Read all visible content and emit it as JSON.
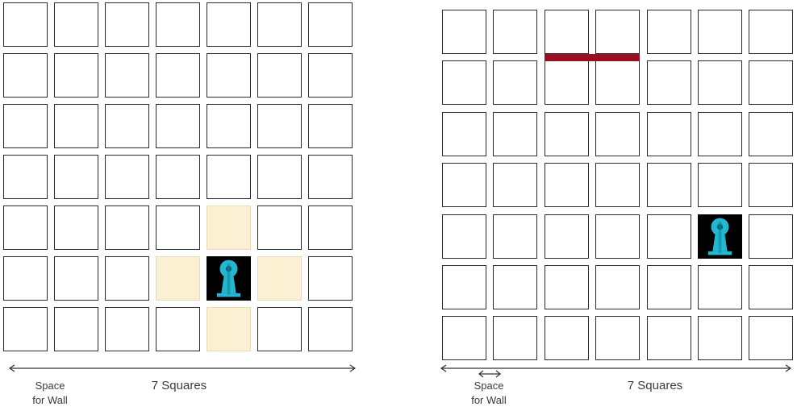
{
  "boards": [
    {
      "grid_size": 7,
      "pawn": {
        "row": 5,
        "col": 4,
        "icon": "keyhole-pawn-icon"
      },
      "highlighted_moves": [
        [
          4,
          4
        ],
        [
          5,
          3
        ],
        [
          5,
          5
        ],
        [
          6,
          4
        ]
      ],
      "walls": [],
      "caption_wall_space": "Space\nfor Wall",
      "caption_squares": "7 Squares"
    },
    {
      "grid_size": 7,
      "pawn": {
        "row": 4,
        "col": 5,
        "icon": "keyhole-pawn-icon"
      },
      "highlighted_moves": [],
      "walls": [
        {
          "orientation": "horizontal",
          "between_rows": [
            0,
            1
          ],
          "cols": [
            2,
            3
          ]
        }
      ],
      "caption_wall_space": "Space\nfor Wall",
      "caption_squares": "7 Squares"
    }
  ],
  "colors": {
    "highlight": "#fcf0d2",
    "wall": "#9b0d23",
    "pawn": "#22b8d2",
    "pawn_tile": "#000000"
  }
}
